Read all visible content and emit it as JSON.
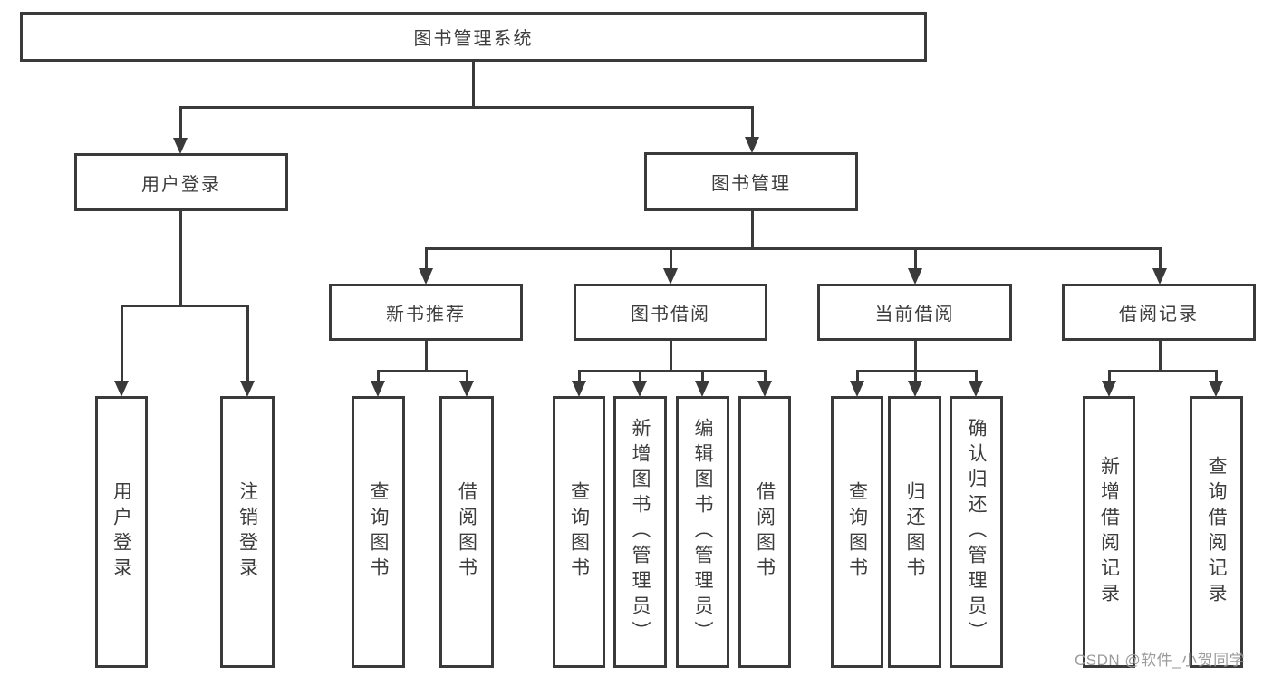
{
  "diagram_type": "hierarchy-tree",
  "colors": {
    "line": "#3a3a3a",
    "text": "#3d3d3d",
    "watermark": "#9b9b9b",
    "box_fill": "#ffffff"
  },
  "watermark": {
    "text": "CSDN @软件_小贺同学"
  },
  "tree": {
    "root": {
      "label": "图书管理系统",
      "children": [
        {
          "label": "用户登录",
          "children": [
            {
              "label": "用户登录"
            },
            {
              "label": "注销登录"
            }
          ]
        },
        {
          "label": "图书管理",
          "children": [
            {
              "label": "新书推荐",
              "children": [
                {
                  "label": "查询图书"
                },
                {
                  "label": "借阅图书"
                }
              ]
            },
            {
              "label": "图书借阅",
              "children": [
                {
                  "label": "查询图书"
                },
                {
                  "label": "新增图书（管理员）"
                },
                {
                  "label": "编辑图书（管理员）"
                },
                {
                  "label": "借阅图书"
                }
              ]
            },
            {
              "label": "当前借阅",
              "children": [
                {
                  "label": "查询图书"
                },
                {
                  "label": "归还图书"
                },
                {
                  "label": "确认归还（管理员）"
                }
              ]
            },
            {
              "label": "借阅记录",
              "children": [
                {
                  "label": "新增借阅记录"
                },
                {
                  "label": "查询借阅记录"
                }
              ]
            }
          ]
        }
      ]
    }
  }
}
